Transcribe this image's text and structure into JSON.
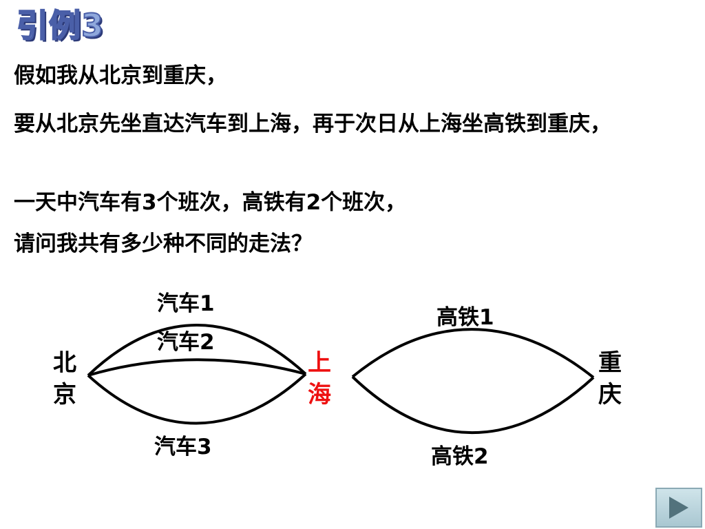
{
  "slide": {
    "title": "引例3",
    "paragraphs": [
      "假如我从北京到重庆，",
      "要从北京先坐直达汽车到上海，再于次日从上海坐高铁到重庆，",
      "一天中汽车有3个班次，高铁有2个班次，",
      "请问我共有多少种不同的走法？"
    ]
  },
  "diagram": {
    "cities": {
      "beijing": "北京",
      "shanghai": "上海",
      "chongqing": "重庆"
    },
    "routes": {
      "car1": "汽车1",
      "car2": "汽车2",
      "car3": "汽车3",
      "rail1": "高铁1",
      "rail2": "高铁2"
    },
    "colors": {
      "highlight_city": "#ee1111",
      "line": "#000000"
    }
  },
  "controls": {
    "next_button_icon": "play-icon"
  }
}
